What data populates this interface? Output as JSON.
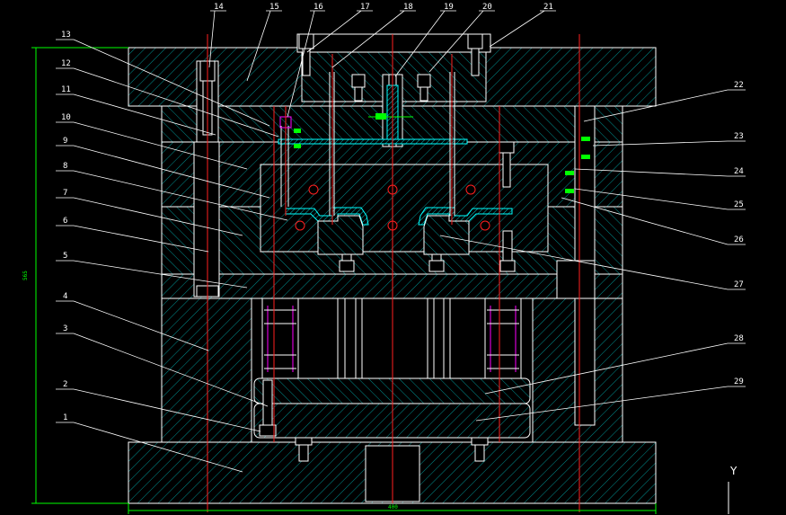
{
  "drawing": {
    "part_numbers_left": [
      "13",
      "12",
      "11",
      "10",
      "9",
      "8",
      "7",
      "6",
      "5",
      "4",
      "3",
      "2",
      "1"
    ],
    "part_numbers_top": [
      "14",
      "15",
      "16",
      "17",
      "18",
      "19",
      "20",
      "21"
    ],
    "part_numbers_right": [
      "22",
      "23",
      "24",
      "25",
      "26",
      "27",
      "28",
      "29"
    ],
    "dimension_height": "565",
    "dimension_width": "400",
    "axis_label_y": "Y",
    "colors": {
      "background": "#000000",
      "outline": "#ffffff",
      "hatch": "#00c8c8",
      "centerline": "#ff2020",
      "dimension": "#00ff00",
      "spring": "#ff00ff",
      "cavity": "#00ffff"
    }
  }
}
